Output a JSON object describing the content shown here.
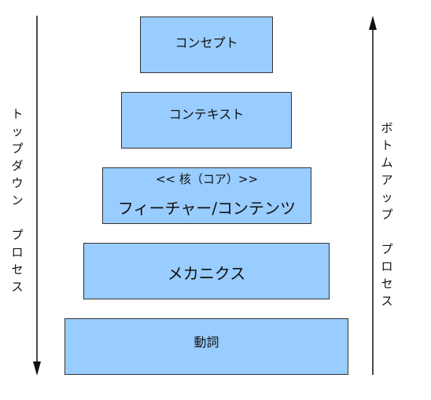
{
  "diagram": {
    "levels": [
      {
        "label": "コンセプト"
      },
      {
        "label": "コンテキスト"
      },
      {
        "sublabel": "<< 核（コア）>>",
        "label": "フィーチャー/コンテンツ"
      },
      {
        "label": "メカニクス"
      },
      {
        "label": "動詞"
      }
    ],
    "left_process": {
      "label": "トップダウン　プロセス",
      "direction": "down"
    },
    "right_process": {
      "label": "ボトムアップ　プロセス",
      "direction": "up"
    },
    "colors": {
      "box_fill": "#99ccff",
      "box_border": "#333333",
      "arrow": "#111111"
    }
  }
}
